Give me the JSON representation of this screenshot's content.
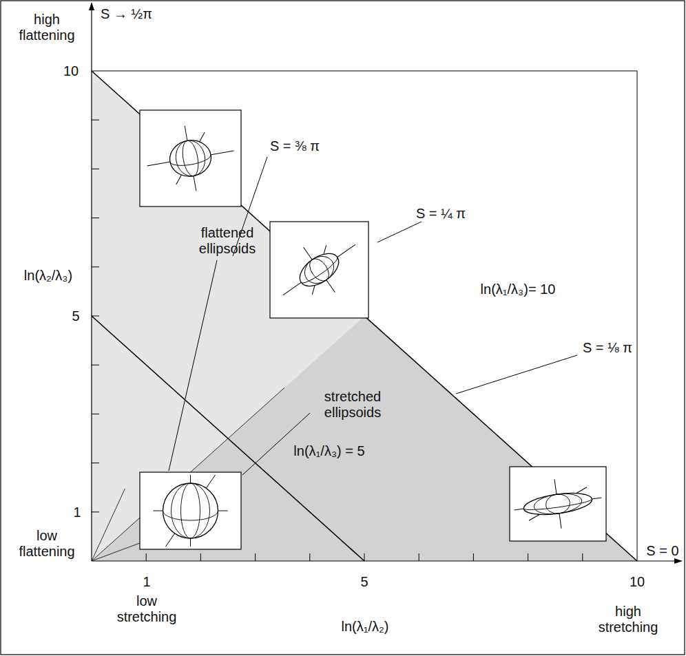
{
  "diagram": {
    "labels": [
      "S → ½π",
      "high flattening",
      "10",
      "S = ⅜ π",
      "flattened ellipsoids",
      "ln(λ₂/λ₃)",
      "5",
      "S = ¼ π",
      "ln(λ₁/λ₃)= 10",
      "S = ⅛ π",
      "ln(λ₁/λ₃) = 5",
      "stretched ellipsoids",
      "1",
      "low flattening",
      "S = 0",
      "1",
      "5",
      "10",
      "low stretching",
      "ln(λ₁/λ₂)",
      "high stretching"
    ]
  }
}
